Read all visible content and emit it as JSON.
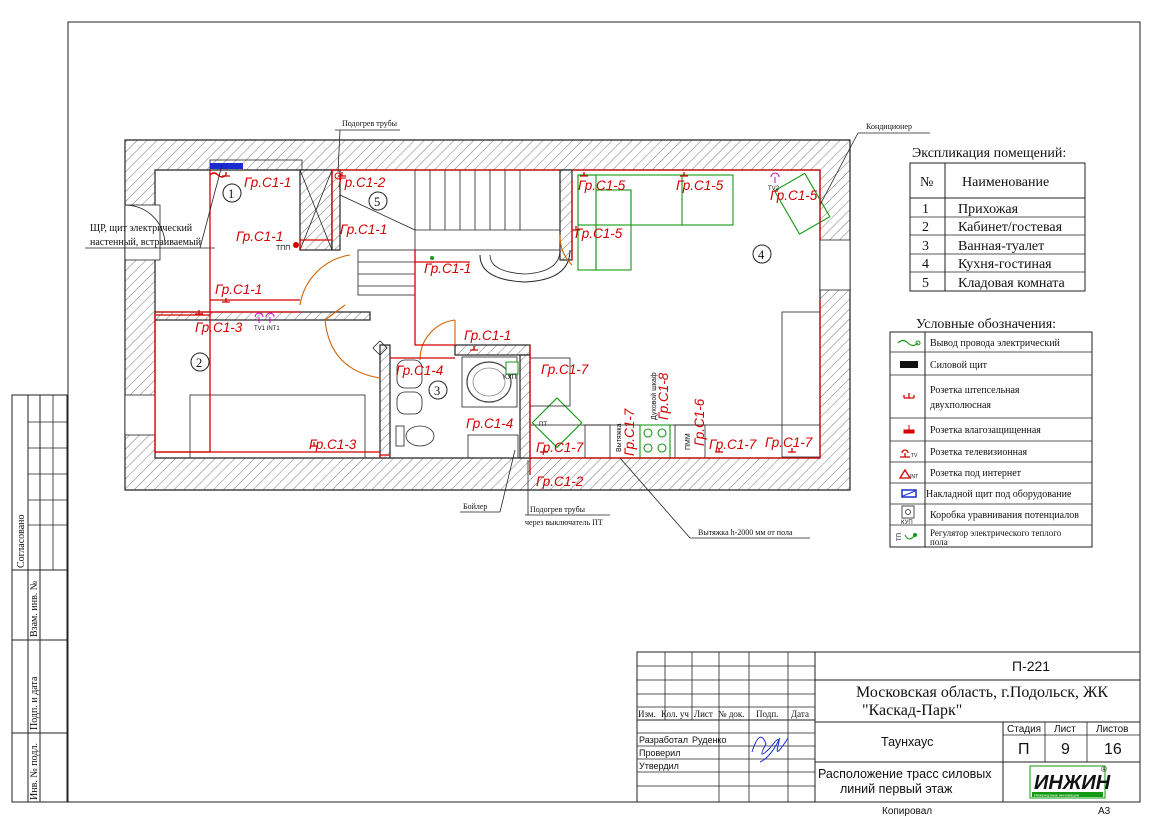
{
  "colors": {
    "circuit": "#d40000",
    "furniture": "#139a13",
    "door": "#d06000",
    "ink": "#222222"
  },
  "callouts": {
    "pipe_heating_top": "Подогрев трубы",
    "conditioner": "Кондиционер",
    "panel_1": "ЩР, щит электрический",
    "panel_2": "настенный, встраиваемый",
    "boiler": "Бойлер",
    "pipe_heating_bottom_1": "Подогрев трубы",
    "pipe_heating_bottom_2": "через выключатель ПТ",
    "exhaust": "Вытяжка h-2000 мм от пола"
  },
  "small_labels": {
    "tpp": "ТПП",
    "tv_int": "TV1 INT1",
    "tv2": "TV2",
    "kup": "КУП",
    "pt": "ПТ",
    "pmm": "ПММ",
    "duh": "Духовой шкаф",
    "vytyazhka": "Вытяжка"
  },
  "circuits": {
    "c1": "Гр.С1-1",
    "c2": "Гр.С1-2",
    "c3": "Гр.С1-3",
    "c4": "Гр.С1-4",
    "c5": "Гр.С1-5",
    "c6": "Гр.С1-6",
    "c7": "Гр.С1-7",
    "c8": "Гр.С1-8"
  },
  "room_numbers": [
    "1",
    "2",
    "3",
    "4",
    "5"
  ],
  "explication": {
    "title": "Экспликация помещений:",
    "col_no": "№",
    "col_name": "Наименование",
    "rows": [
      {
        "no": "1",
        "name": "Прихожая"
      },
      {
        "no": "2",
        "name": "Кабинет/гостевая"
      },
      {
        "no": "3",
        "name": "Ванная-туалет"
      },
      {
        "no": "4",
        "name": "Кухня-гостиная"
      },
      {
        "no": "5",
        "name": "Кладовая комната"
      }
    ]
  },
  "legend": {
    "title": "Условные обозначения:",
    "items": [
      {
        "icon": "wire-outlet-icon",
        "label": "Вывод провода электрический"
      },
      {
        "icon": "power-panel-icon",
        "label": "Силовой щит"
      },
      {
        "icon": "socket-icon",
        "label": "Розетка штепсельная",
        "label2": "двухполюсная"
      },
      {
        "icon": "waterproof-socket-icon",
        "label": "Розетка влагозащищенная"
      },
      {
        "icon": "tv-socket-icon",
        "label": "Розетка телевизионная"
      },
      {
        "icon": "internet-socket-icon",
        "label": "Розетка под интернет"
      },
      {
        "icon": "surface-panel-icon",
        "label": "Накладной щит под оборудование"
      },
      {
        "icon": "potential-box-icon",
        "label": "Коробка уравнивания потенциалов"
      },
      {
        "icon": "floor-regulator-icon",
        "label": "Регулятор электрического теплого",
        "label2": "пола"
      }
    ]
  },
  "side_stamp": {
    "soglasovano": "Согласовано",
    "vzam": "Взам. инв. №",
    "podp": "Подп. и дата",
    "inv": "Инв. № подл."
  },
  "title_block": {
    "code": "П-221",
    "address_1": "Московская область, г.Подольск, ЖК",
    "address_2": "\"Каскад-Парк\"",
    "object": "Таунхаус",
    "sheet_title_1": "Расположение трасс силовых",
    "sheet_title_2": "линий первый этаж",
    "col_izm": "Изм.",
    "col_kol": "Кол. уч",
    "col_list": "Лист",
    "col_doc": "№ док.",
    "col_podp": "Подп.",
    "col_data": "Дата",
    "razrabotal": "Разработал",
    "author": "Руденко",
    "proveril": "Проверил",
    "utverdil": "Утвердил",
    "stage_label": "Стадия",
    "sheet_label": "Лист",
    "sheets_label": "Листов",
    "stage": "П",
    "sheet": "9",
    "sheets": "16",
    "logo": "ИНЖИН",
    "logo_sub": "Инженерные инновации",
    "logo_reg": "®",
    "copied": "Копировал",
    "format": "А3"
  }
}
